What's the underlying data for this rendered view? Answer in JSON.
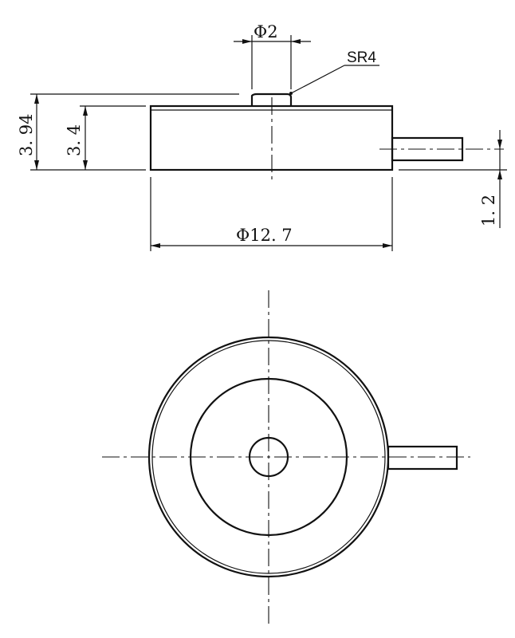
{
  "drawing": {
    "side_view": {
      "dims": {
        "nub_diameter": "Φ2",
        "nub_radius": "SR4",
        "total_height": "3. 94",
        "body_height": "3. 4",
        "cable_offset": "1. 2",
        "body_diameter": "Φ12. 7"
      }
    },
    "top_view": {}
  }
}
